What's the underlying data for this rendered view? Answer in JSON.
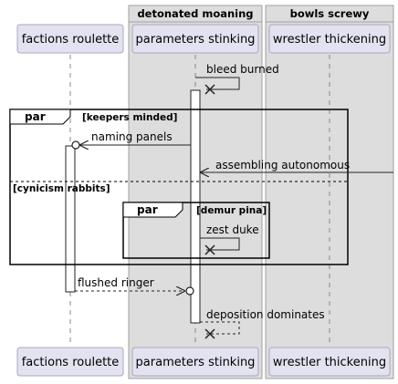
{
  "boxes": [
    {
      "title": "detonated moaning"
    },
    {
      "title": "bowls screwy"
    }
  ],
  "participants": [
    {
      "label": "factions roulette"
    },
    {
      "label": "parameters stinking"
    },
    {
      "label": "wrestler thickening"
    }
  ],
  "messages": {
    "m1": "bleed burned",
    "m2": "naming panels",
    "m3": "assembling autonomous",
    "m4": "zest duke",
    "m5": "flushed ringer",
    "m6": "deposition dominates"
  },
  "fragments": {
    "outer": {
      "operator": "par",
      "guard1": "[keepers minded]",
      "guard2": "[cynicism rabbits]"
    },
    "inner": {
      "operator": "par",
      "guard": "[demur pina]"
    }
  },
  "colors": {
    "box_fill": "#dddddd",
    "box_border": "#a0a0a0",
    "participant_fill": "#e2e2f0",
    "participant_border": "#a8a8c0",
    "line": "#222222",
    "lifeline": "#888888"
  }
}
